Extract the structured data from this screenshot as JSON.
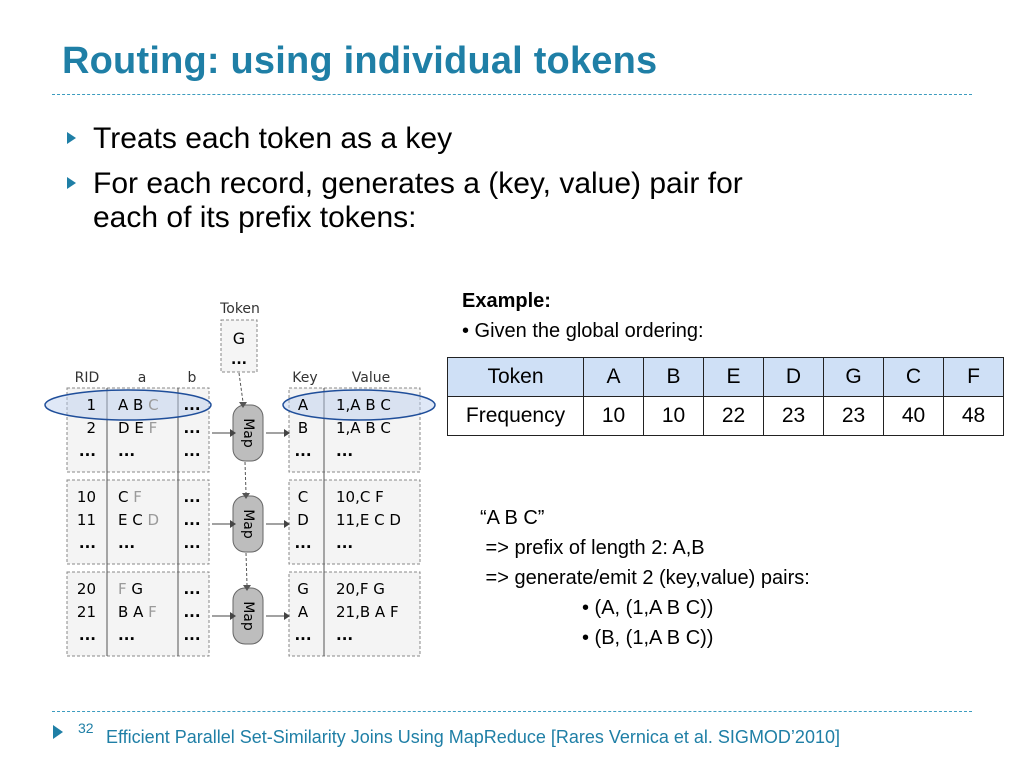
{
  "slide": {
    "title": "Routing: using individual tokens",
    "bullets": [
      "Treats each token as a key",
      "For each record, generates a (key, value) pair for",
      "each of its prefix tokens:"
    ]
  },
  "diagram": {
    "token_header": "Token",
    "token_box": [
      "G",
      "..."
    ],
    "input_headers": [
      "RID",
      "a",
      "b"
    ],
    "output_headers": [
      "Key",
      "Value"
    ],
    "map_label": "Map",
    "groups": [
      {
        "input": [
          [
            "1",
            "A B C",
            "..."
          ],
          [
            "2",
            "D E F",
            "..."
          ],
          [
            "...",
            "...",
            "..."
          ]
        ],
        "output": [
          [
            "A",
            "1,A B C"
          ],
          [
            "B",
            "1,A B C"
          ],
          [
            "...",
            "..."
          ]
        ]
      },
      {
        "input": [
          [
            "10",
            "C F",
            "..."
          ],
          [
            "11",
            "E C D",
            "..."
          ],
          [
            "...",
            "...",
            "..."
          ]
        ],
        "output": [
          [
            "C",
            "10,C F"
          ],
          [
            "D",
            "11,E C D"
          ],
          [
            "...",
            "..."
          ]
        ]
      },
      {
        "input": [
          [
            "20",
            "F G",
            "..."
          ],
          [
            "21",
            "B A F",
            "..."
          ],
          [
            "...",
            "...",
            "..."
          ]
        ],
        "output": [
          [
            "G",
            "20,F G"
          ],
          [
            "A",
            "21,B A F"
          ],
          [
            "...",
            "..."
          ]
        ]
      }
    ]
  },
  "example": {
    "heading": "Example:",
    "subtext": "• Given the global ordering:",
    "table": {
      "row1_label": "Token",
      "row2_label": "Frequency",
      "tokens": [
        "A",
        "B",
        "E",
        "D",
        "G",
        "C",
        "F"
      ],
      "frequencies": [
        "10",
        "10",
        "22",
        "23",
        "23",
        "40",
        "48"
      ]
    },
    "walkthrough": [
      "“A B C”",
      " => prefix of length 2: A,B",
      " => generate/emit 2 (key,value) pairs:",
      "• (A, (1,A B C))",
      "• (B, (1,A B C))"
    ]
  },
  "footer": {
    "page_number": "32",
    "citation": "Efficient Parallel Set-Similarity Joins Using MapReduce [Rares Vernica et al. SIGMOD’2010]"
  },
  "colors": {
    "accent": "#1f7fa6",
    "table_header_bg": "#cfe0f6",
    "ellipse": "#1f4e9a",
    "ellipse_fill": "#b8cdee"
  }
}
